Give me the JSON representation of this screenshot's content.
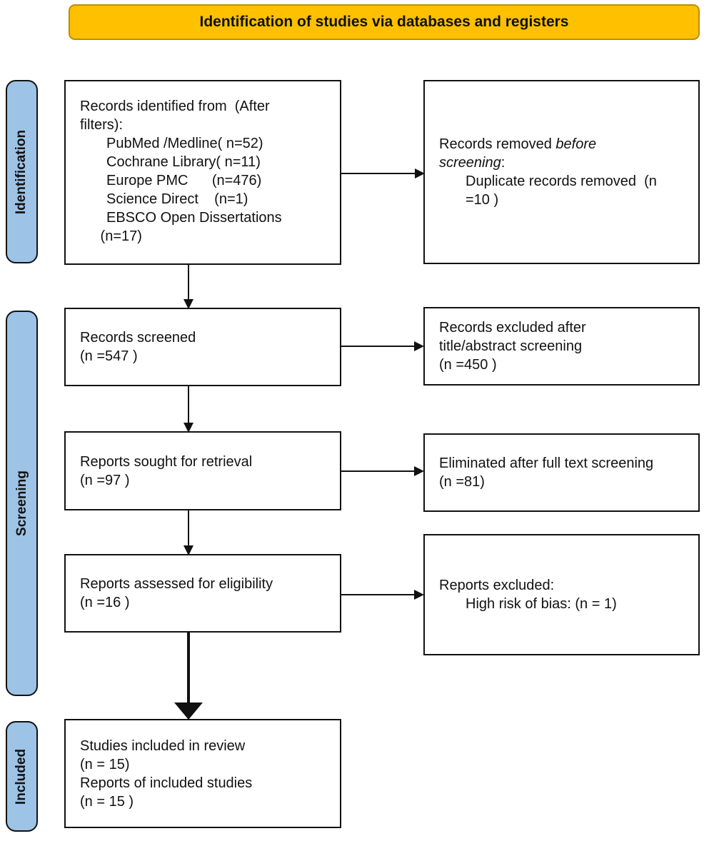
{
  "banner": {
    "title": "Identification of studies via databases and registers"
  },
  "stages": {
    "identification": "Identification",
    "screening": "Screening",
    "included": "Included"
  },
  "boxes": {
    "identified": {
      "line1": "Records identified from  (After",
      "line2": "filters):",
      "item1": "PubMed /Medline( n=52)",
      "item2": "Cochrane Library( n=11)",
      "item3": "Europe PMC      (n=476)",
      "item4": "Science Direct    (n=1)",
      "item5": "EBSCO Open Dissertations",
      "item6": " (n=17)"
    },
    "removed": {
      "l1_normal": "Records removed ",
      "l1_italic": "before",
      "l2_italic": "screening",
      "l2_normal": ":",
      "item1": "Duplicate records removed  (n",
      "item2": "=10 )"
    },
    "screened": {
      "line1": "Records screened",
      "line2": "(n =547 )"
    },
    "excluded_title_abstract": {
      "line1": "Records excluded after",
      "line2": "title/abstract screening",
      "line3": "(n =450 )"
    },
    "sought": {
      "line1": "Reports sought for retrieval",
      "line2": "(n =97 )"
    },
    "eliminated_full_text": {
      "line1": "Eliminated after full text screening",
      "line2": "(n =81)"
    },
    "assessed": {
      "line1": "Reports assessed for eligibility",
      "line2": "(n =16 )"
    },
    "reports_excluded": {
      "line1": "Reports excluded:",
      "item1": "High risk of bias: (n = 1)"
    },
    "included_studies": {
      "line1": "Studies included in review",
      "line2": "(n = 15)",
      "line3": "Reports of included studies",
      "line4": "(n = 15 )"
    }
  },
  "colors": {
    "banner_fill": "#FFC000",
    "banner_border": "#BC8C00",
    "stage_fill": "#9DC3E6",
    "line_color": "#111111",
    "box_background": "#FFFFFF"
  }
}
